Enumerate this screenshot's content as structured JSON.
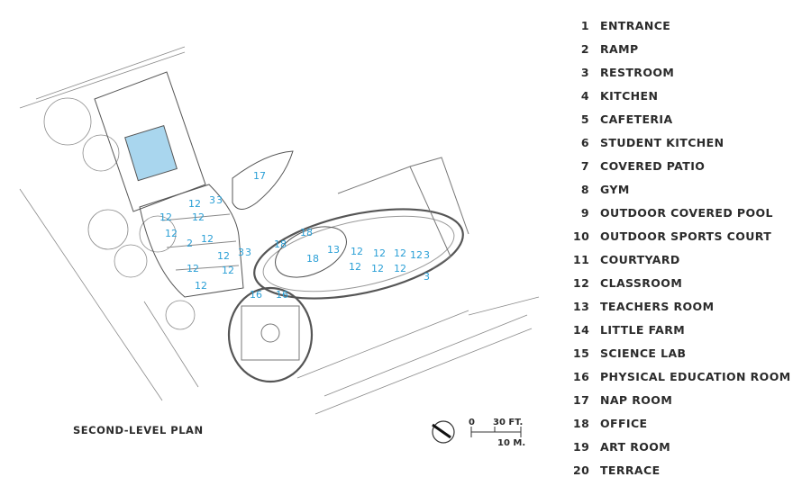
{
  "plan_title": "SECOND-LEVEL PLAN",
  "scale": {
    "zero": "0",
    "feet": "30 FT.",
    "meters": "10 M."
  },
  "legend": [
    {
      "num": "1",
      "label": "ENTRANCE"
    },
    {
      "num": "2",
      "label": "RAMP"
    },
    {
      "num": "3",
      "label": "RESTROOM"
    },
    {
      "num": "4",
      "label": "KITCHEN"
    },
    {
      "num": "5",
      "label": "CAFETERIA"
    },
    {
      "num": "6",
      "label": "STUDENT KITCHEN"
    },
    {
      "num": "7",
      "label": "COVERED PATIO"
    },
    {
      "num": "8",
      "label": "GYM"
    },
    {
      "num": "9",
      "label": "OUTDOOR COVERED POOL"
    },
    {
      "num": "10",
      "label": "OUTDOOR SPORTS COURT"
    },
    {
      "num": "11",
      "label": "COURTYARD"
    },
    {
      "num": "12",
      "label": "CLASSROOM"
    },
    {
      "num": "13",
      "label": "TEACHERS ROOM"
    },
    {
      "num": "14",
      "label": "LITTLE FARM"
    },
    {
      "num": "15",
      "label": "SCIENCE LAB"
    },
    {
      "num": "16",
      "label": "PHYSICAL EDUCATION ROOM"
    },
    {
      "num": "17",
      "label": "NAP ROOM"
    },
    {
      "num": "18",
      "label": "OFFICE"
    },
    {
      "num": "19",
      "label": "ART ROOM"
    },
    {
      "num": "20",
      "label": "TERRACE"
    }
  ],
  "room_labels": {
    "r17": "17",
    "r3a": "3",
    "r3b": "3",
    "r12a": "12",
    "r12b": "12",
    "r12c": "12",
    "r12d": "12",
    "r2": "2",
    "r12e": "12",
    "r12f": "12",
    "r12g": "12",
    "r3c": "3",
    "r3d": "3",
    "r12h": "12",
    "r12i": "12",
    "r16a": "16",
    "r16b": "16",
    "r18a": "18",
    "r18b": "18",
    "r18c": "18",
    "r13": "13",
    "r12j": "12",
    "r12k": "12",
    "r12l": "12",
    "r12m": "12",
    "r12n": "12",
    "r12o": "12",
    "r12p": "12",
    "r3e": "3",
    "r3f": "3"
  },
  "colors": {
    "room_number": "#2a9fd6",
    "line": "#555555",
    "pool": "#a9d6ee"
  }
}
